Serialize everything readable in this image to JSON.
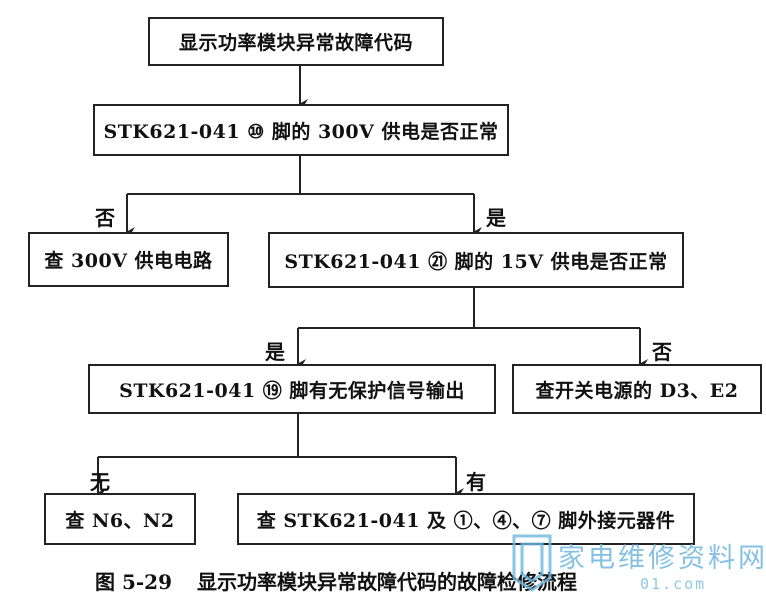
{
  "nodes": {
    "display_code": "显示功率模块异常故障代码",
    "check_300v_pin10": "STK621-041 ⑩ 脚的 300V 供电是否正常",
    "check_300v_circuit": "查 300V 供电电路",
    "check_15v_pin21": "STK621-041 ㉑ 脚的 15V 供电是否正常",
    "check_protect_pin19": "STK621-041 ⑲ 脚有无保护信号输出",
    "check_switch_power": "查开关电源的 D3、E2",
    "check_n6_n2": "查 N6、N2",
    "check_external_parts": "查 STK621-041 及 ①、④、⑦ 脚外接元器件"
  },
  "edge_labels": {
    "no_1": "否",
    "yes_1": "是",
    "yes_2": "是",
    "no_2": "否",
    "none": "无",
    "has": "有"
  },
  "caption": {
    "figure_number": "图 5-29",
    "title": "显示功率模块异常故障代码的故障检修流程"
  },
  "watermark": {
    "text": "家电维修资料网",
    "url": "01.com"
  },
  "colors": {
    "line": "#222222",
    "watermark": "#6fb7df"
  }
}
